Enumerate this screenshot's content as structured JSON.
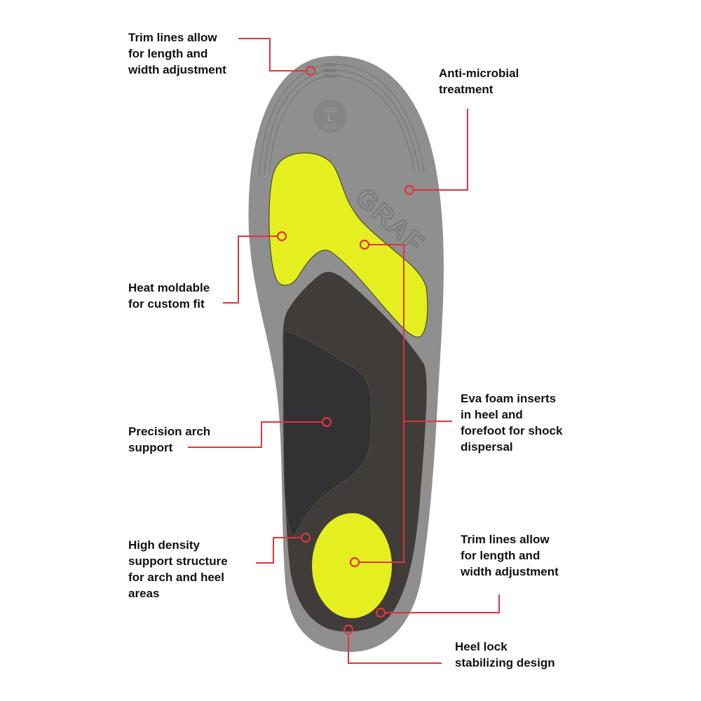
{
  "colors": {
    "outer_sole": "#8f8f8f",
    "sole_edge": "#9a9a9a",
    "shell_dark": "#403c3a",
    "arch_dark": "#323133",
    "foam_yellow": "#e5ee1e",
    "callout_red": "#e0343b",
    "text": "#111111"
  },
  "insole": {
    "brand_mark": "GRAF",
    "size_badge": {
      "top": "SIZE",
      "size": "L",
      "range": "9-10"
    }
  },
  "callouts": [
    {
      "id": "trim-lines-top",
      "text": "Trim lines allow\nfor length and\nwidth adjustment"
    },
    {
      "id": "anti-microbial",
      "text": "Anti-microbial\ntreatment"
    },
    {
      "id": "heat-moldable",
      "text": "Heat moldable\nfor custom fit"
    },
    {
      "id": "eva-foam",
      "text": "Eva foam inserts\nin heel and\nforefoot for shock\ndispersal"
    },
    {
      "id": "arch-support",
      "text": "Precision arch\nsupport"
    },
    {
      "id": "high-density",
      "text": "High density\nsupport structure\nfor arch and heel\nareas"
    },
    {
      "id": "trim-lines-bottom",
      "text": "Trim lines allow\nfor length and\nwidth adjustment"
    },
    {
      "id": "heel-lock",
      "text": "Heel lock\nstabilizing design"
    }
  ]
}
